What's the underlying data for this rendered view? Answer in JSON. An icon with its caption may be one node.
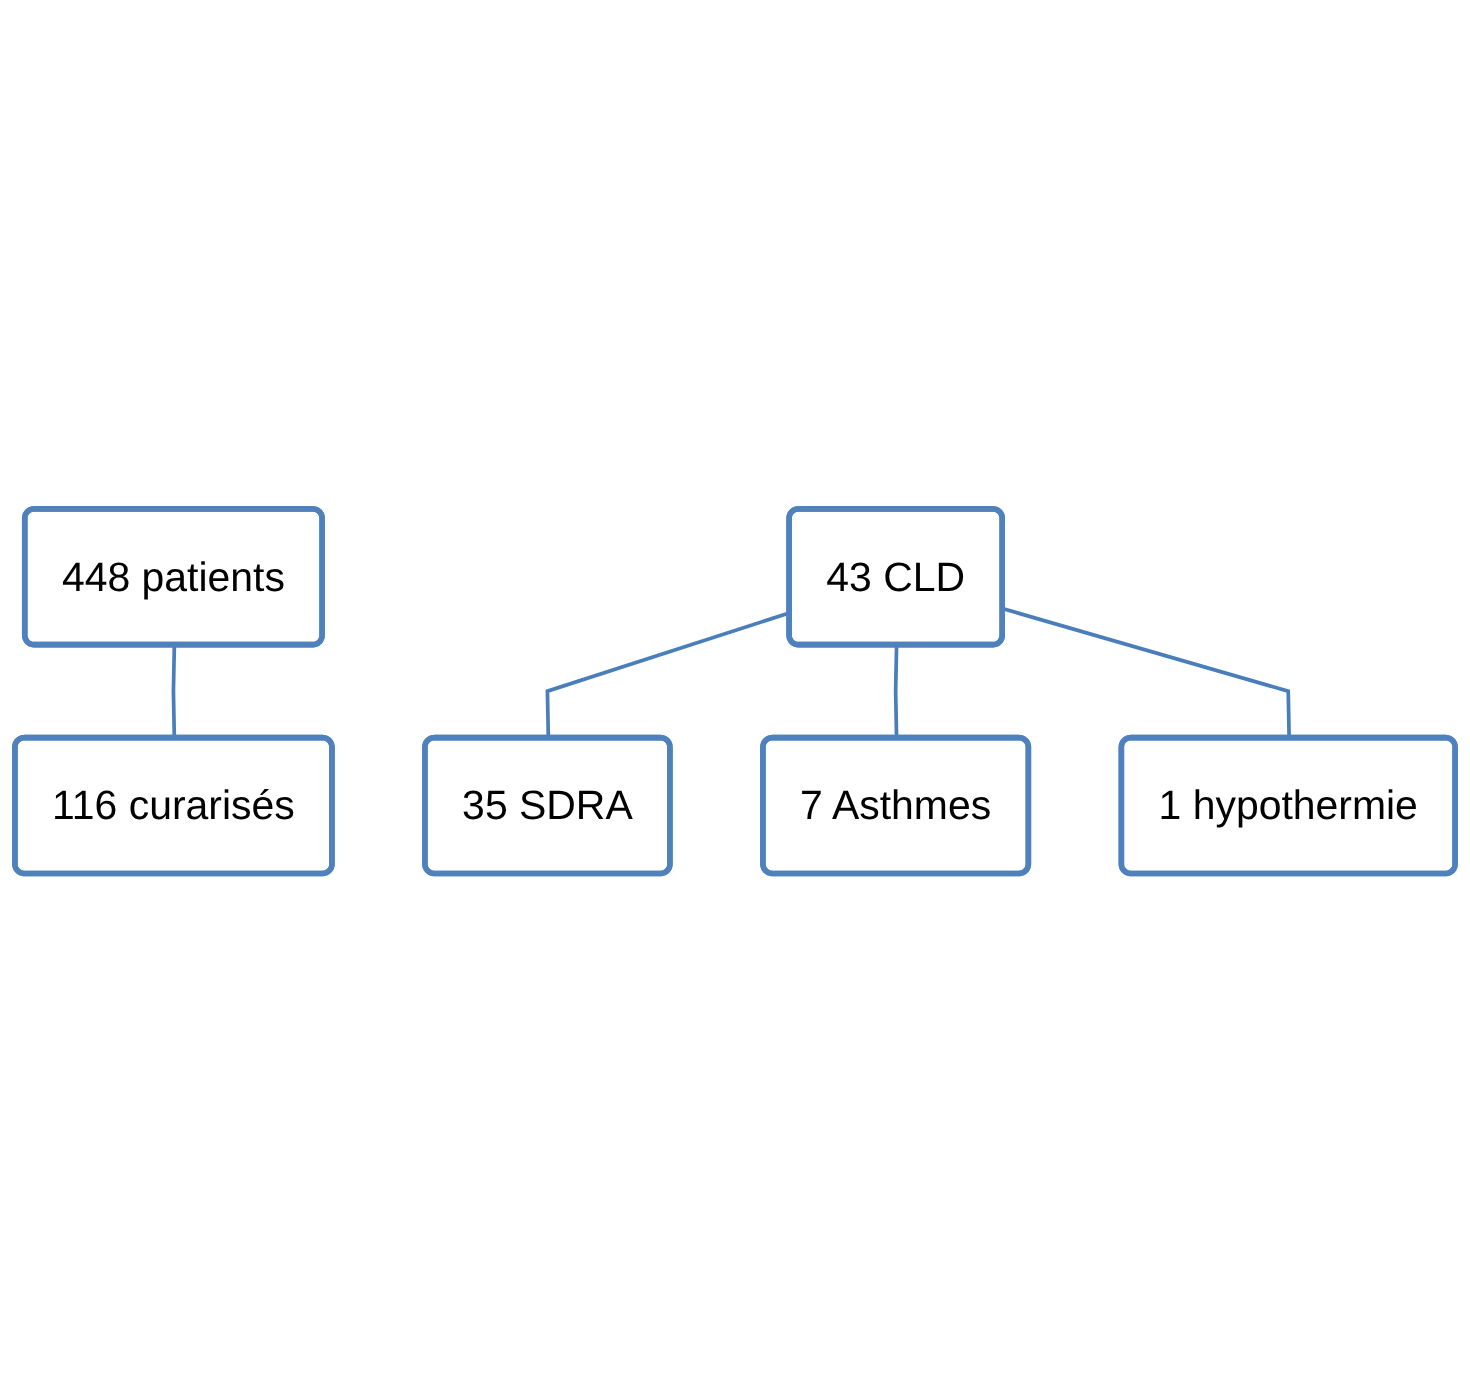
{
  "diagram": {
    "nodes": [
      {
        "text": [
          "448 patients"
        ]
      },
      {
        "text": [
          "116 curarisés"
        ]
      },
      {
        "text": [
          "43 CLD"
        ]
      },
      {
        "text": [
          "35 SDRA"
        ]
      },
      {
        "text": [
          "7 Asthmes"
        ]
      },
      {
        "text": [
          "1 hypothermie"
        ]
      }
    ],
    "edges": [
      {
        "from": 0,
        "to": 1,
        "arrow": "none"
      },
      {
        "from": 2,
        "to": 3,
        "arrow": "none"
      },
      {
        "from": 2,
        "to": 4,
        "arrow": "none"
      },
      {
        "from": 2,
        "to": 5,
        "arrow": "none"
      }
    ]
  }
}
